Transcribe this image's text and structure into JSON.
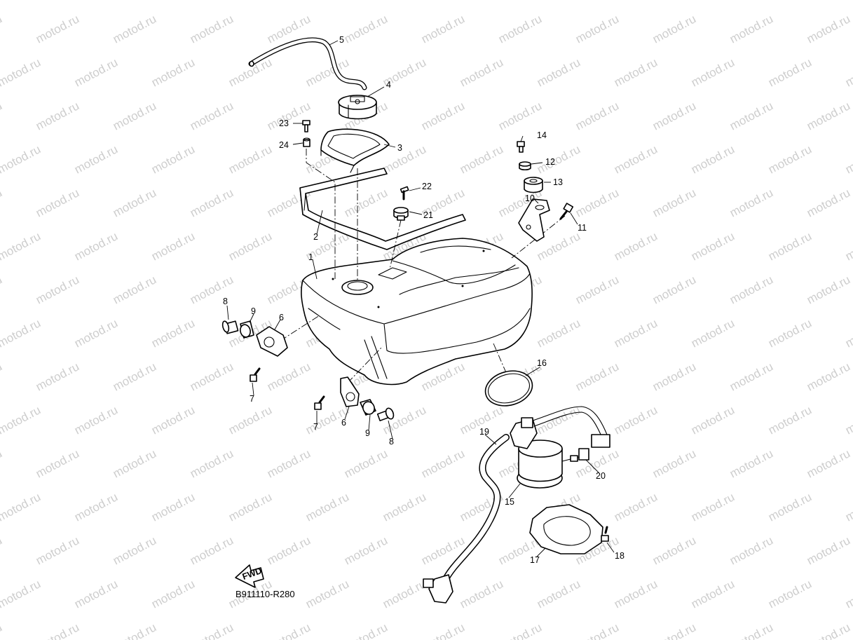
{
  "watermark": {
    "text": "motod.ru"
  },
  "drawing_code": "B911110-R280",
  "fwd_label": "FWD",
  "callouts": [
    {
      "id": "c1",
      "text": "1"
    },
    {
      "id": "c2",
      "text": "2"
    },
    {
      "id": "c3",
      "text": "3"
    },
    {
      "id": "c4",
      "text": "4"
    },
    {
      "id": "c5",
      "text": "5"
    },
    {
      "id": "c6a",
      "text": "6"
    },
    {
      "id": "c6b",
      "text": "6"
    },
    {
      "id": "c7a",
      "text": "7"
    },
    {
      "id": "c7b",
      "text": "7"
    },
    {
      "id": "c8a",
      "text": "8"
    },
    {
      "id": "c8b",
      "text": "8"
    },
    {
      "id": "c9a",
      "text": "9"
    },
    {
      "id": "c9b",
      "text": "9"
    },
    {
      "id": "c10",
      "text": "10"
    },
    {
      "id": "c11",
      "text": "11"
    },
    {
      "id": "c12",
      "text": "12"
    },
    {
      "id": "c13",
      "text": "13"
    },
    {
      "id": "c14",
      "text": "14"
    },
    {
      "id": "c15",
      "text": "15"
    },
    {
      "id": "c16",
      "text": "16"
    },
    {
      "id": "c17",
      "text": "17"
    },
    {
      "id": "c18",
      "text": "18"
    },
    {
      "id": "c19",
      "text": "19"
    },
    {
      "id": "c20",
      "text": "20"
    },
    {
      "id": "c21",
      "text": "21"
    },
    {
      "id": "c22",
      "text": "22"
    },
    {
      "id": "c23",
      "text": "23"
    },
    {
      "id": "c24",
      "text": "24"
    }
  ]
}
